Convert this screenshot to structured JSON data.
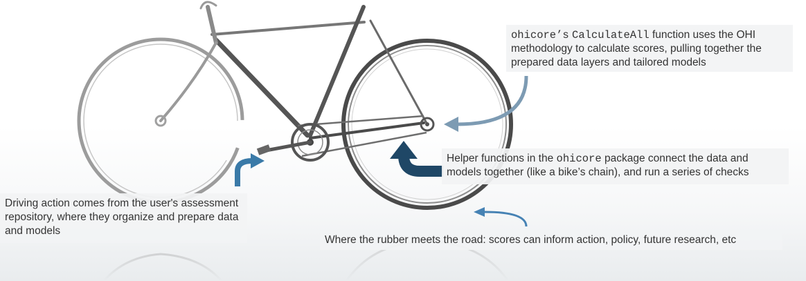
{
  "callouts": {
    "calculate_all": {
      "part1_code": "ohicore’s",
      "part2_code": "CalculateAll",
      "part3": " function uses the OHI methodology to calculate scores, pulling together the prepared data layers and tailored models"
    },
    "helper": {
      "part1": "Helper functions in the ",
      "part2_code": "ohicore",
      "part3": " package connect the data and models together (like a bike’s chain), and run a series of checks"
    },
    "driving": {
      "text": "Driving action comes from the user's assessment repository, where they organize and prepare data and models"
    },
    "rubber": {
      "text": "Where the rubber meets the road: scores can inform action, policy, future research, etc"
    }
  },
  "colors": {
    "arrow_light": "#7d9bb3",
    "arrow_dark": "#1f4766",
    "arrow_mid": "#3a7aa8",
    "arrow_road": "#4682b4",
    "bike": "#3c3c3c",
    "callout_bg": "#f2f3f4",
    "text": "#333333"
  },
  "icons": {
    "bicycle": "bicycle-illustration",
    "arrows": [
      "curved-arrow-light",
      "curved-arrow-dark",
      "curved-arrow-mid",
      "curved-arrow-road"
    ]
  }
}
